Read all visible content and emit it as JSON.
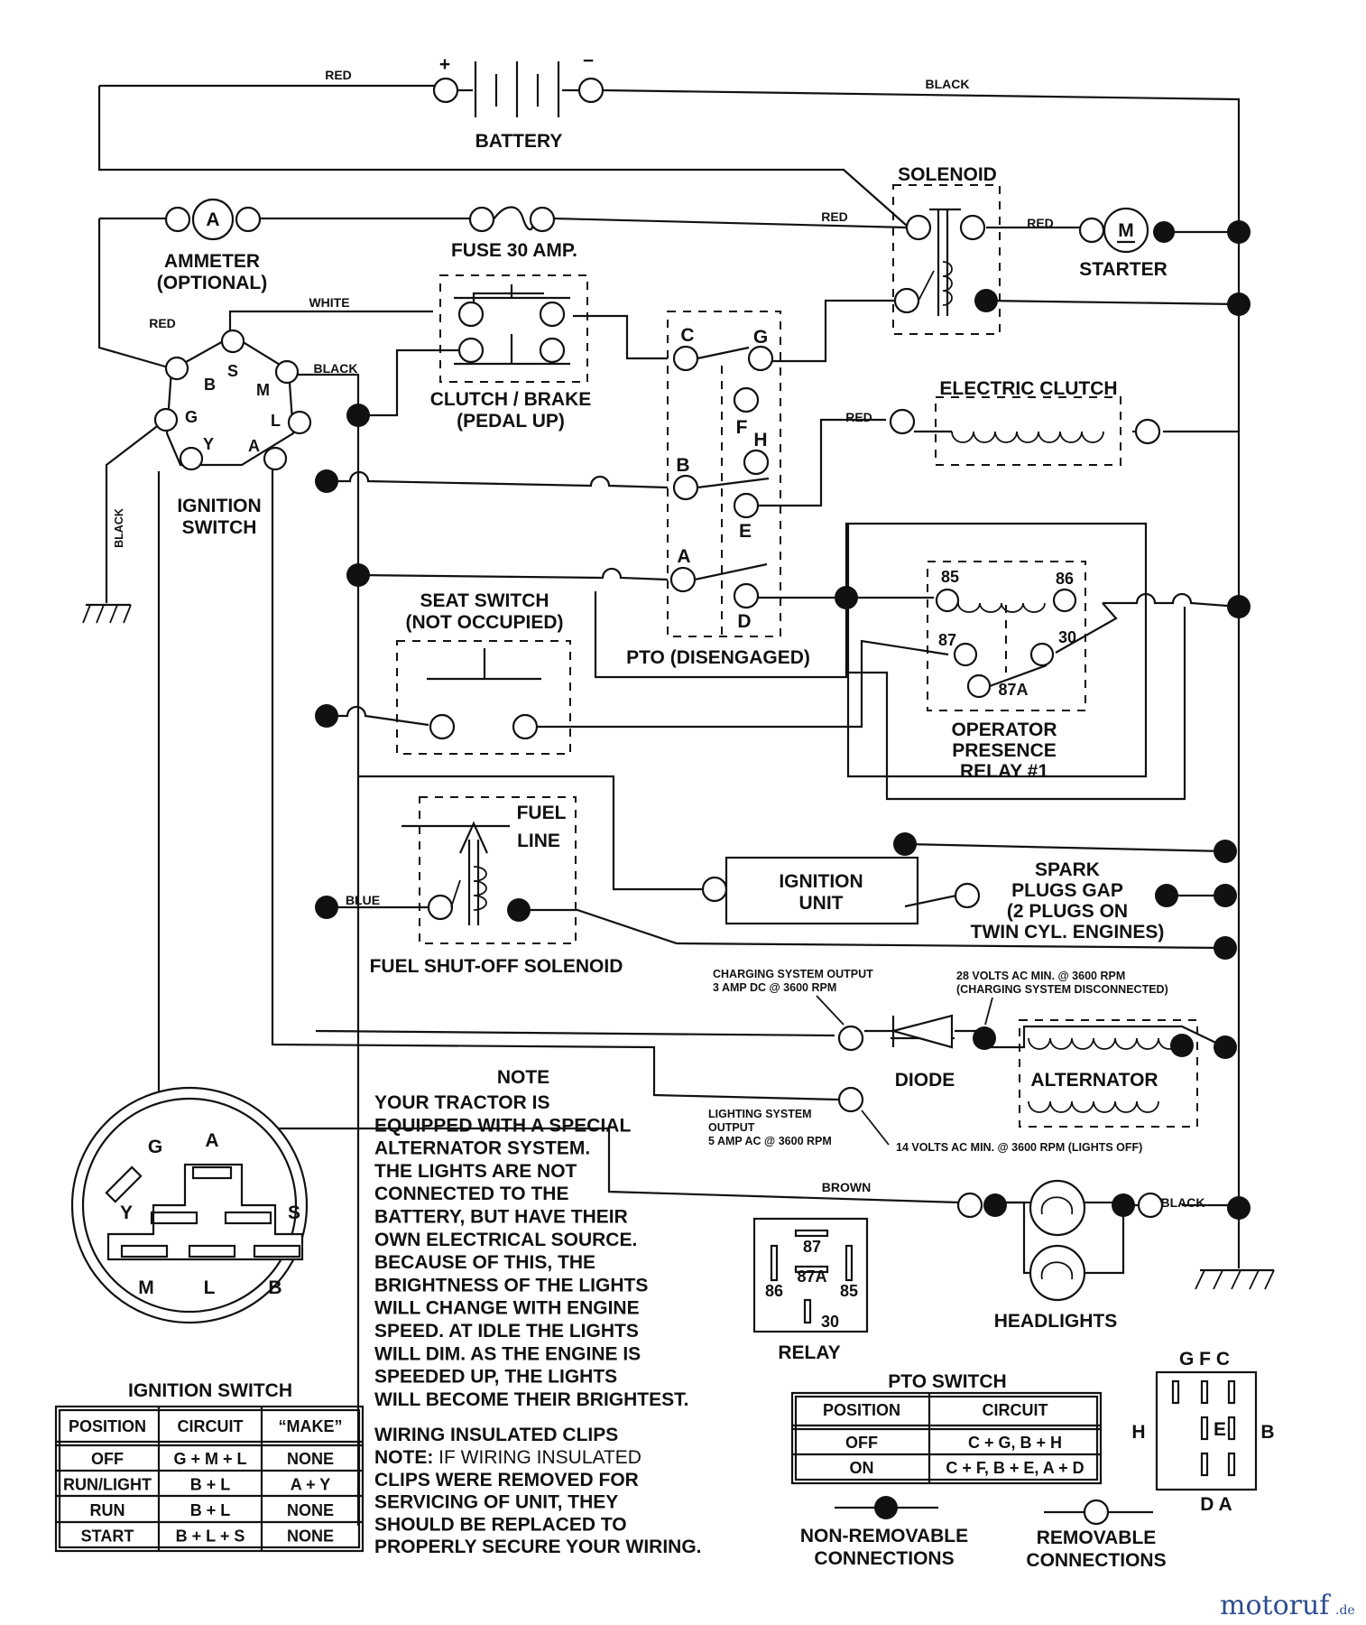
{
  "wires": {
    "red": "RED",
    "black": "BLACK",
    "white": "WHITE",
    "blue": "BLUE",
    "brown": "BROWN"
  },
  "components": {
    "battery": "BATTERY",
    "solenoid": "SOLENOID",
    "starter": "STARTER",
    "starter_symbol": "M",
    "ammeter_symbol": "A",
    "ammeter_line1": "AMMETER",
    "ammeter_line2": "(OPTIONAL)",
    "fuse": "FUSE 30 AMP.",
    "clutch_brake_line1": "CLUTCH / BRAKE",
    "clutch_brake_line2": "(PEDAL UP)",
    "electric_clutch": "ELECTRIC CLUTCH",
    "ignition_switch_line1": "IGNITION",
    "ignition_switch_line2": "SWITCH",
    "seat_switch_line1": "SEAT SWITCH",
    "seat_switch_line2": "(NOT OCCUPIED)",
    "pto_disengaged": "PTO (DISENGAGED)",
    "relay_line1": "OPERATOR",
    "relay_line2": "PRESENCE",
    "relay_line3": "RELAY #1",
    "fuel_line1": "FUEL",
    "fuel_line2": "LINE",
    "fuel_solenoid": "FUEL SHUT-OFF SOLENOID",
    "ignition_unit_line1": "IGNITION",
    "ignition_unit_line2": "UNIT",
    "spark_line1": "SPARK",
    "spark_line2": "PLUGS GAP",
    "spark_line3": "(2 PLUGS ON",
    "spark_line4": "TWIN CYL. ENGINES)",
    "diode": "DIODE",
    "alternator": "ALTERNATOR",
    "headlights": "HEADLIGHTS",
    "relay_title": "RELAY"
  },
  "ignition_terminals": [
    "B",
    "S",
    "M",
    "G",
    "L",
    "Y",
    "A"
  ],
  "pto_terminals": [
    "C",
    "G",
    "F",
    "H",
    "B",
    "E",
    "A",
    "D"
  ],
  "relay_pins": [
    "85",
    "86",
    "87",
    "30",
    "87A"
  ],
  "specs": {
    "charging_line1": "CHARGING SYSTEM OUTPUT",
    "charging_line2": "3 AMP DC @ 3600 RPM",
    "volts28_line1": "28 VOLTS AC MIN. @ 3600 RPM",
    "volts28_line2": "(CHARGING SYSTEM DISCONNECTED)",
    "lighting_line1": "LIGHTING SYSTEM",
    "lighting_line2": "OUTPUT",
    "lighting_line3": "5 AMP AC @ 3600 RPM",
    "volts14": "14 VOLTS AC MIN. @ 3600 RPM (LIGHTS OFF)"
  },
  "note": {
    "title": "NOTE",
    "lines": [
      "YOUR TRACTOR IS",
      "EQUIPPED WITH A SPECIAL",
      "ALTERNATOR SYSTEM.",
      "THE LIGHTS ARE NOT",
      "CONNECTED TO THE",
      "BATTERY, BUT HAVE THEIR",
      "OWN ELECTRICAL SOURCE.",
      "BECAUSE OF THIS, THE",
      "BRIGHTNESS OF THE LIGHTS",
      "WILL CHANGE WITH ENGINE",
      "SPEED.  AT IDLE THE LIGHTS",
      "WILL DIM.  AS THE ENGINE IS",
      "SPEEDED UP, THE LIGHTS",
      "WILL BECOME THEIR BRIGHTEST."
    ]
  },
  "clips_note": {
    "title": "WIRING INSULATED CLIPS",
    "lead": "NOTE:",
    "first": " IF WIRING INSULATED",
    "lines": [
      "CLIPS WERE REMOVED FOR",
      "SERVICING OF UNIT, THEY",
      "SHOULD BE REPLACED TO",
      "PROPERLY SECURE YOUR WIRING."
    ]
  },
  "ignition_table": {
    "title": "IGNITION SWITCH",
    "headers": [
      "POSITION",
      "CIRCUIT",
      "“MAKE”"
    ],
    "rows": [
      [
        "OFF",
        "G + M + L",
        "NONE"
      ],
      [
        "RUN/LIGHT",
        "B + L",
        "A + Y"
      ],
      [
        "RUN",
        "B + L",
        "NONE"
      ],
      [
        "START",
        "B + L + S",
        "NONE"
      ]
    ]
  },
  "pto_table": {
    "title": "PTO SWITCH",
    "headers": [
      "POSITION",
      "CIRCUIT"
    ],
    "rows": [
      [
        "OFF",
        "C + G, B + H"
      ],
      [
        "ON",
        "C + F, B + E, A + D"
      ]
    ]
  },
  "pto_diagram_letters": {
    "top": "G F C",
    "left": "H",
    "right": "B",
    "bottom": "D  A",
    "center": "E"
  },
  "legend": {
    "non_removable_line1": "NON-REMOVABLE",
    "non_removable_line2": "CONNECTIONS",
    "removable_line1": "REMOVABLE",
    "removable_line2": "CONNECTIONS"
  },
  "watermark": {
    "text": "motoruf",
    "suffix": ".de"
  }
}
